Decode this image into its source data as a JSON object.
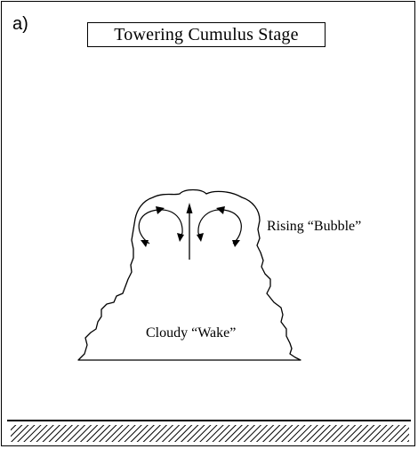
{
  "panel": {
    "label": "a)"
  },
  "title": "Towering Cumulus Stage",
  "labels": {
    "bubble": "Rising “Bubble”",
    "wake": "Cloudy “Wake”"
  },
  "colors": {
    "ink": "#000000",
    "background": "#ffffff"
  },
  "icons": {
    "updraft": "arrow-up-icon",
    "left_circulation": "curved-arrow-icon",
    "right_circulation": "curved-arrow-icon"
  }
}
